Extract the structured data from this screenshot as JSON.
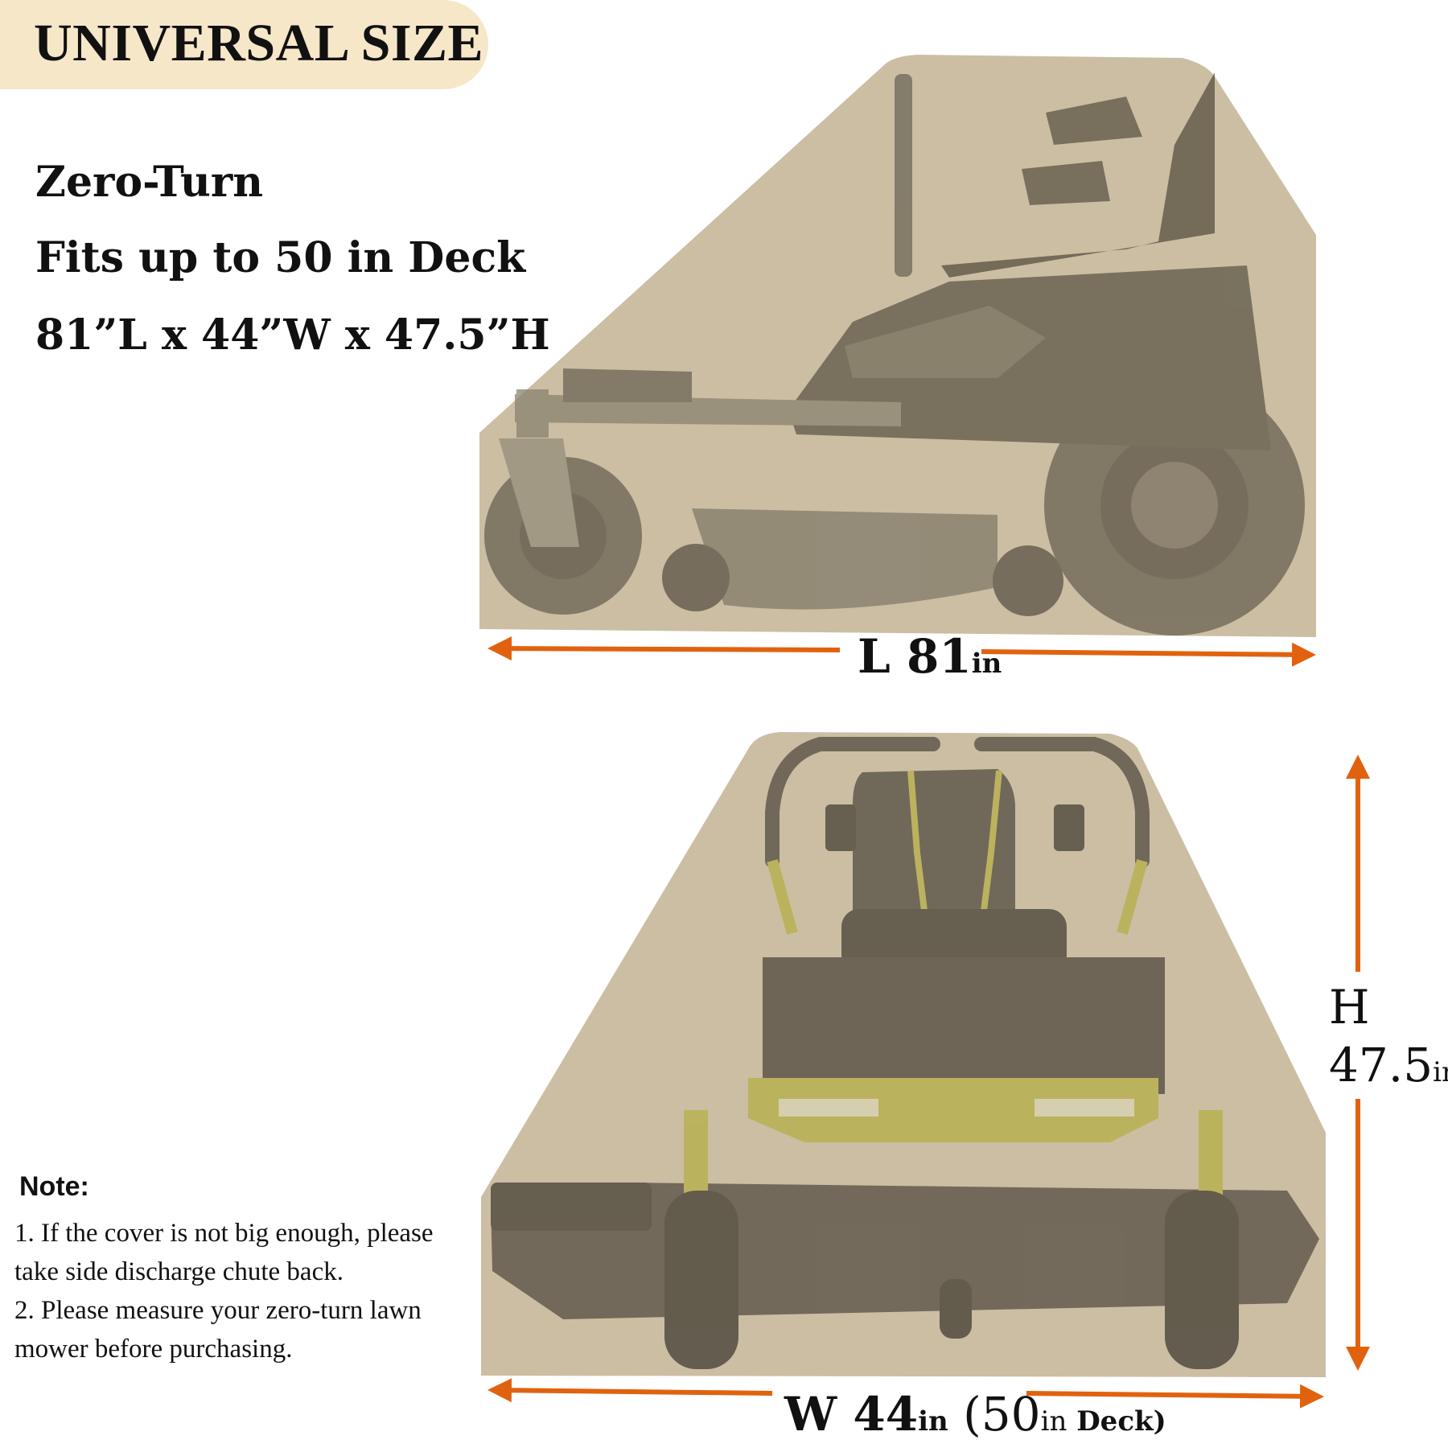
{
  "badge": {
    "label": "UNIVERSAL SIZE",
    "background": "#f6e7c9"
  },
  "specs": {
    "type": "Zero-Turn",
    "fit": "Fits up to 50 in Deck",
    "dimensions": "81”L x 44”W x 47.5”H"
  },
  "dimensions": {
    "length": {
      "prefix": "L ",
      "value": "81",
      "unit": "in"
    },
    "height": {
      "letter": "H",
      "value": "47.5",
      "unit": "in"
    },
    "width": {
      "prefix": "W ",
      "value": "44",
      "unit": "in",
      "deck_open": " (50",
      "deck_unit": "in",
      "deck_label": " Deck)"
    }
  },
  "note": {
    "title": "Note:",
    "lines": [
      "1. If the cover is not big enough, please",
      "take side discharge chute back.",
      "2. Please measure your zero-turn lawn",
      "mower before purchasing."
    ]
  },
  "colors": {
    "cover": "#c9bb9e",
    "arrow": "#e1620e",
    "accent_frame": "#b7b04e",
    "dark_part": "#5a5347"
  }
}
